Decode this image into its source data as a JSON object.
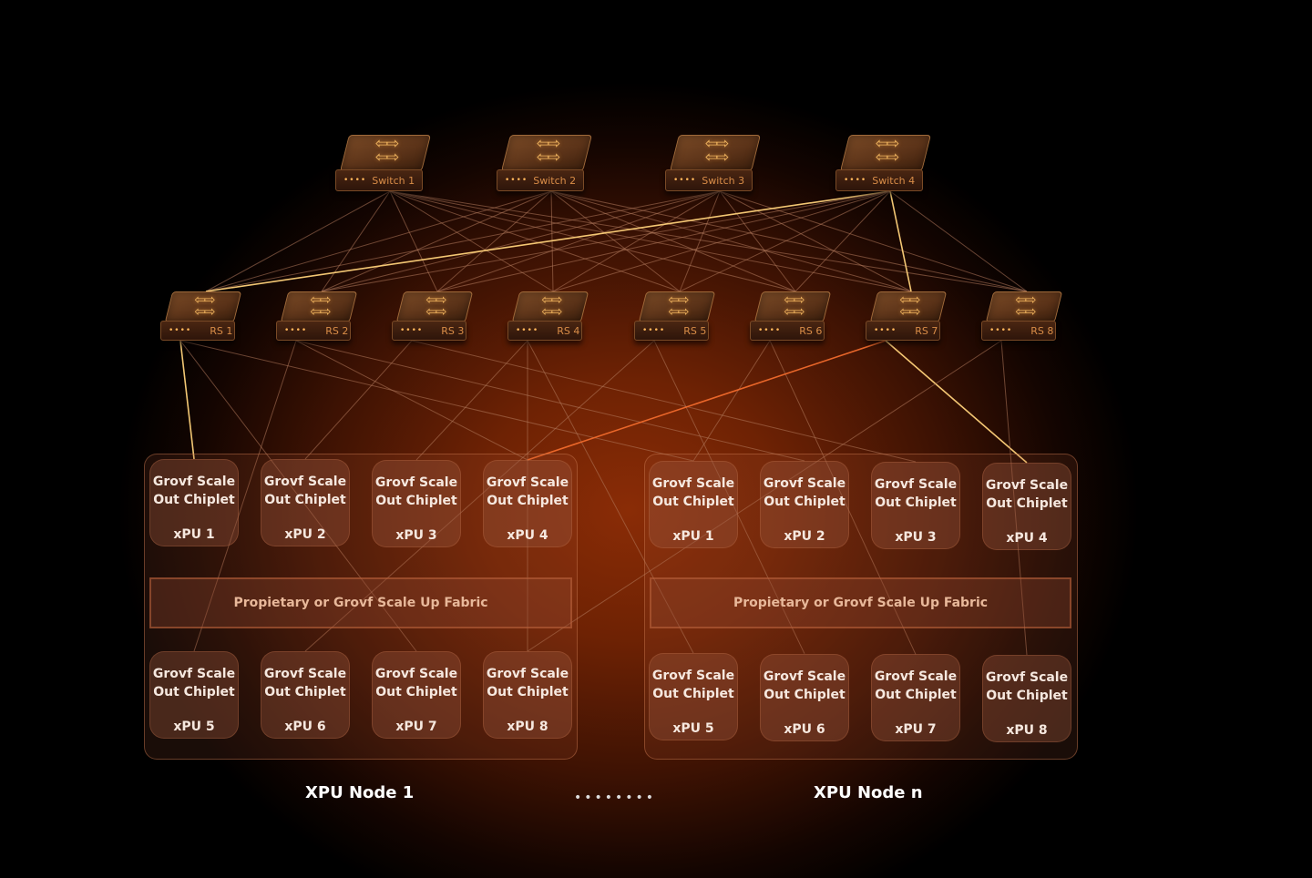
{
  "diagram": {
    "switches": [
      {
        "id": "S1",
        "label": "Switch 1"
      },
      {
        "id": "S2",
        "label": "Switch 2"
      },
      {
        "id": "S3",
        "label": "Switch 3"
      },
      {
        "id": "S4",
        "label": "Switch 4"
      }
    ],
    "rack_switches": [
      {
        "id": "RS1",
        "label": "RS 1"
      },
      {
        "id": "RS2",
        "label": "RS 2"
      },
      {
        "id": "RS3",
        "label": "RS 3"
      },
      {
        "id": "RS4",
        "label": "RS 4"
      },
      {
        "id": "RS5",
        "label": "RS 5"
      },
      {
        "id": "RS6",
        "label": "RS 6"
      },
      {
        "id": "RS7",
        "label": "RS 7"
      },
      {
        "id": "RS8",
        "label": "RS 8"
      }
    ],
    "status_dots": "••••",
    "switch_icon": "bidirectional-arrows-icon",
    "nodes": [
      {
        "id": "N1",
        "label": "XPU Node 1",
        "fabric_label": "Propietary or Grovf Scale Up Fabric",
        "chiplets": [
          {
            "id": "N1X1",
            "title": "Grovf Scale Out Chiplet",
            "label": "xPU 1"
          },
          {
            "id": "N1X2",
            "title": "Grovf Scale Out Chiplet",
            "label": "xPU 2"
          },
          {
            "id": "N1X3",
            "title": "Grovf Scale Out Chiplet",
            "label": "xPU 3"
          },
          {
            "id": "N1X4",
            "title": "Grovf Scale Out Chiplet",
            "label": "xPU 4"
          },
          {
            "id": "N1X5",
            "title": "Grovf Scale Out Chiplet",
            "label": "xPU 5"
          },
          {
            "id": "N1X6",
            "title": "Grovf Scale Out Chiplet",
            "label": "xPU 6"
          },
          {
            "id": "N1X7",
            "title": "Grovf Scale Out Chiplet",
            "label": "xPU 7"
          },
          {
            "id": "N1X8",
            "title": "Grovf Scale Out Chiplet",
            "label": "xPU 8"
          }
        ]
      },
      {
        "id": "Nn",
        "label": "XPU Node n",
        "fabric_label": "Propietary or Grovf Scale Up Fabric",
        "chiplets": [
          {
            "id": "NnX1",
            "title": "Grovf Scale Out Chiplet",
            "label": "xPU 1"
          },
          {
            "id": "NnX2",
            "title": "Grovf Scale Out Chiplet",
            "label": "xPU 2"
          },
          {
            "id": "NnX3",
            "title": "Grovf Scale Out Chiplet",
            "label": "xPU 3"
          },
          {
            "id": "NnX4",
            "title": "Grovf Scale Out Chiplet",
            "label": "xPU 4"
          },
          {
            "id": "NnX5",
            "title": "Grovf Scale Out Chiplet",
            "label": "xPU 5"
          },
          {
            "id": "NnX6",
            "title": "Grovf Scale Out Chiplet",
            "label": "xPU 6"
          },
          {
            "id": "NnX7",
            "title": "Grovf Scale Out Chiplet",
            "label": "xPU 7"
          },
          {
            "id": "NnX8",
            "title": "Grovf Scale Out Chiplet",
            "label": "xPU 8"
          }
        ]
      }
    ],
    "between_nodes": "••••••••",
    "spine_links": "full-mesh",
    "highlighted_links": [
      [
        "S4",
        "RS1"
      ],
      [
        "S4",
        "RS7"
      ],
      [
        "RS1",
        "N1X1"
      ],
      [
        "RS7",
        "NnX4"
      ],
      [
        "RS7",
        "N1X4"
      ]
    ],
    "leaf_links": [
      [
        "RS1",
        "N1X1"
      ],
      [
        "RS1",
        "NnX1"
      ],
      [
        "RS1",
        "N1X7"
      ],
      [
        "RS2",
        "N1X5"
      ],
      [
        "RS2",
        "N1X4"
      ],
      [
        "RS2",
        "NnX2"
      ],
      [
        "RS3",
        "N1X2"
      ],
      [
        "RS3",
        "NnX3"
      ],
      [
        "RS4",
        "N1X3"
      ],
      [
        "RS4",
        "NnX5"
      ],
      [
        "RS4",
        "N1X8"
      ],
      [
        "RS5",
        "N1X6"
      ],
      [
        "RS5",
        "NnX6"
      ],
      [
        "RS6",
        "NnX1"
      ],
      [
        "RS6",
        "NnX7"
      ],
      [
        "RS7",
        "N1X4"
      ],
      [
        "RS7",
        "NnX4"
      ],
      [
        "RS8",
        "NnX8"
      ],
      [
        "RS8",
        "N1X8"
      ]
    ],
    "colors": {
      "link": "#b27a5c",
      "highlight": "#ffd27a",
      "highlight_alt": "#f06a2c",
      "background_glow": "#8a2c06"
    }
  }
}
